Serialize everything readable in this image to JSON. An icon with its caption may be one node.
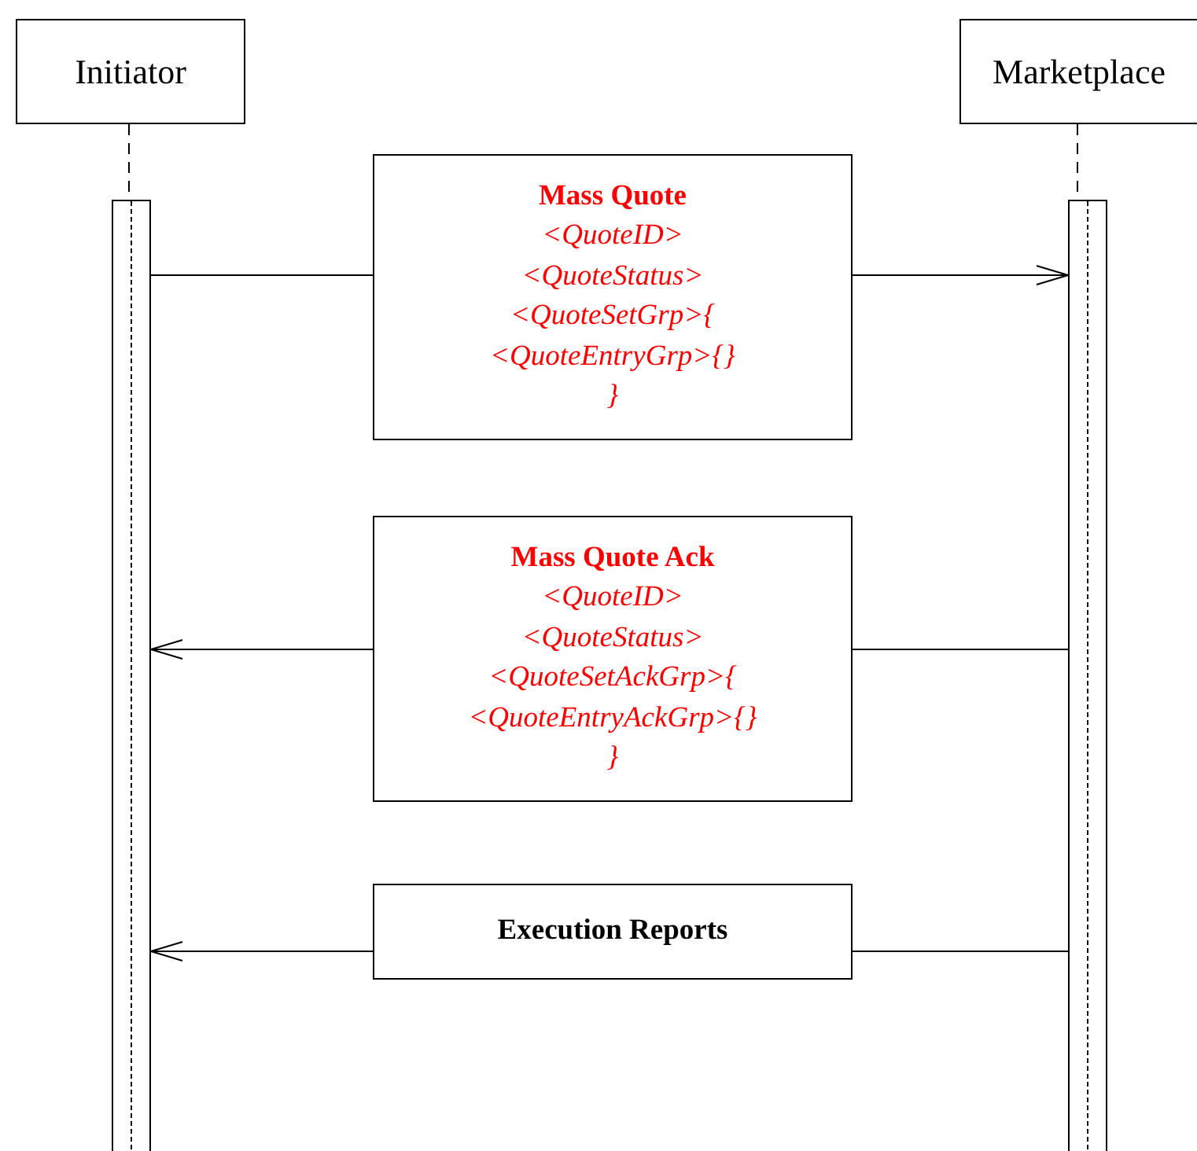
{
  "diagram": {
    "nodes": [
      {
        "text": [
          "Initiator"
        ]
      },
      {
        "text": [
          "Marketplace"
        ]
      },
      {
        "text": [],
        "shape": "bar"
      },
      {
        "text": [],
        "shape": "bar"
      },
      {
        "text": [
          "Mass Quote",
          "<QuoteID>",
          "<QuoteStatus>",
          "<QuoteSetGrp>{",
          "<QuoteEntryGrp>{}",
          "}"
        ]
      },
      {
        "text": [
          "Mass Quote Ack",
          "<QuoteID>",
          "<QuoteStatus>",
          "<QuoteSetAckGrp>{",
          "<QuoteEntryAckGrp>{}",
          "}"
        ]
      },
      {
        "text": [
          "Execution Reports"
        ]
      }
    ],
    "edges": [
      {
        "from": 0,
        "to": 2,
        "arrow": "none",
        "style": "dashed"
      },
      {
        "from": 1,
        "to": 3,
        "arrow": "none",
        "style": "dashed"
      },
      {
        "from": 2,
        "to": 4,
        "arrow": "none"
      },
      {
        "from": 4,
        "to": 3,
        "arrow": "to"
      },
      {
        "from": 3,
        "to": 5,
        "arrow": "none"
      },
      {
        "from": 5,
        "to": 2,
        "arrow": "to"
      },
      {
        "from": 3,
        "to": 6,
        "arrow": "none"
      },
      {
        "from": 6,
        "to": 2,
        "arrow": "to"
      }
    ]
  }
}
